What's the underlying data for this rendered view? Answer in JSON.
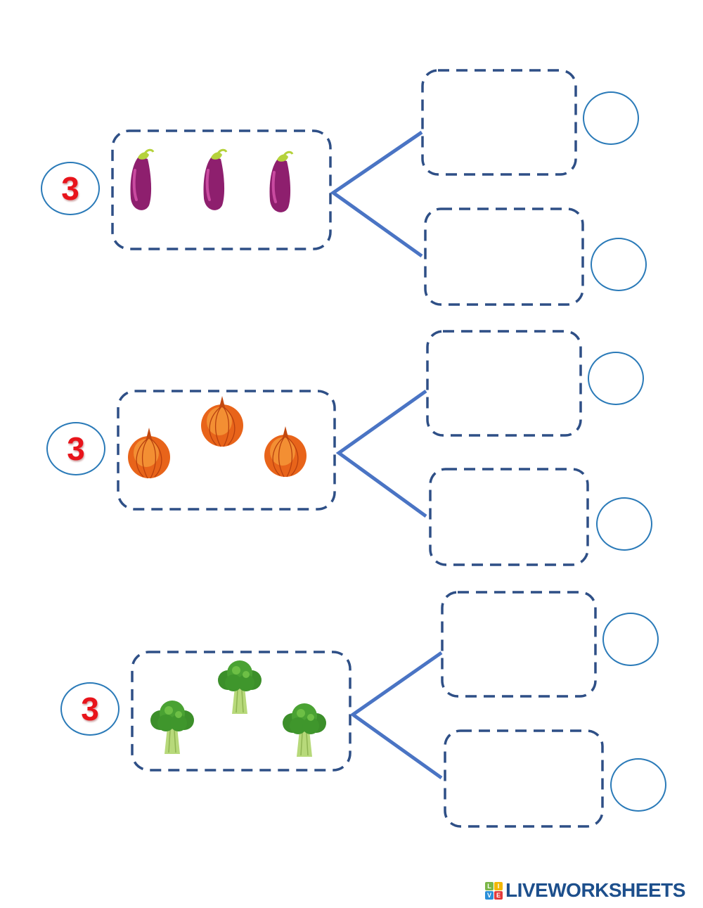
{
  "worksheet": {
    "colors": {
      "number": "#e8141b",
      "circle": "#2a7ab8",
      "dash_box": "#2e4f86",
      "connector": "#4a74c4"
    },
    "groups": [
      {
        "total": "3",
        "item": "eggplant",
        "count": 3,
        "parts": [
          {
            "label": "answer-box-1",
            "value": ""
          },
          {
            "label": "answer-box-2",
            "value": ""
          }
        ]
      },
      {
        "total": "3",
        "item": "onion",
        "count": 3,
        "parts": [
          {
            "label": "answer-box-1",
            "value": ""
          },
          {
            "label": "answer-box-2",
            "value": ""
          }
        ]
      },
      {
        "total": "3",
        "item": "broccoli",
        "count": 3,
        "parts": [
          {
            "label": "answer-box-1",
            "value": ""
          },
          {
            "label": "answer-box-2",
            "value": ""
          }
        ]
      }
    ]
  },
  "branding": {
    "logo_letters": [
      "L",
      "I",
      "V",
      "E"
    ],
    "logo_text": "LIVEWORKSHEETS"
  }
}
